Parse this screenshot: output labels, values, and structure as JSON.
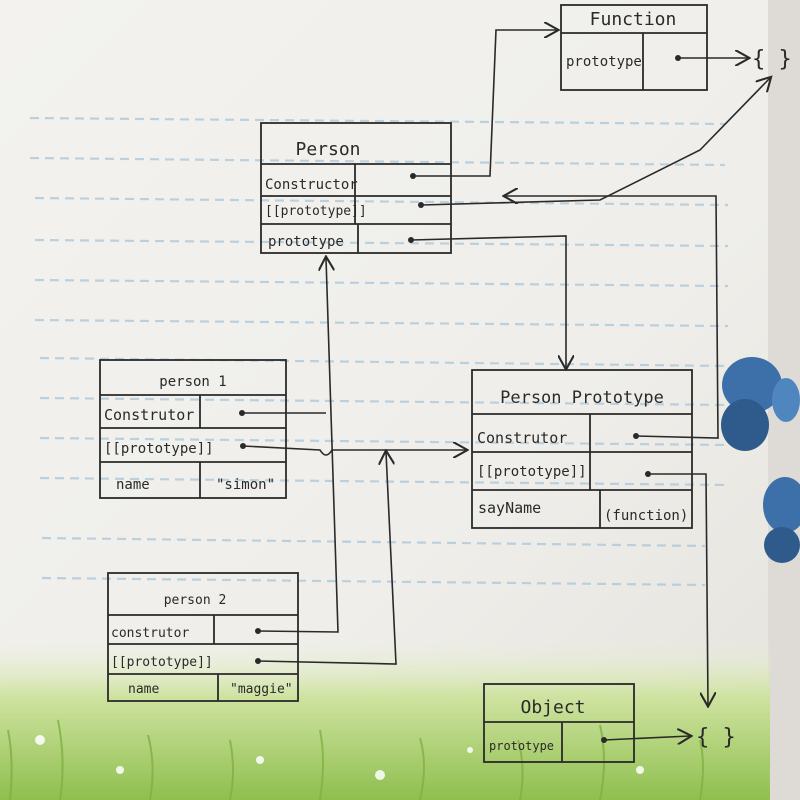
{
  "diagram": {
    "function_box": {
      "title": "Function",
      "row_label": "prototype",
      "target": "{ }"
    },
    "person_box": {
      "title": "Person",
      "rows": [
        "Constructor",
        "[[prototype]]",
        "prototype"
      ]
    },
    "person_prototype_box": {
      "title": "Person  Prototype",
      "rows": [
        {
          "label": "Construtor",
          "value": ""
        },
        {
          "label": "[[prototype]]",
          "value": ""
        },
        {
          "label": "sayName",
          "value": "(function)"
        }
      ]
    },
    "person1_box": {
      "title": "person 1",
      "rows": [
        {
          "label": "Construtor",
          "value": ""
        },
        {
          "label": "[[prototype]]",
          "value": ""
        },
        {
          "label": "name",
          "value": "\"simon\""
        }
      ]
    },
    "person2_box": {
      "title": "person 2",
      "rows": [
        {
          "label": "construtor",
          "value": ""
        },
        {
          "label": "[[prototype]]",
          "value": ""
        },
        {
          "label": "name",
          "value": "\"maggie\""
        }
      ]
    },
    "object_box": {
      "title": "Object",
      "row_label": "prototype",
      "target": "{ }"
    }
  },
  "colors": {
    "ink": "#2a2a2a",
    "paper": "#f4f3ee",
    "ruled_line": "#a9c6da",
    "grass": "#a9cf6a",
    "butterfly": "#3d6fa8"
  }
}
